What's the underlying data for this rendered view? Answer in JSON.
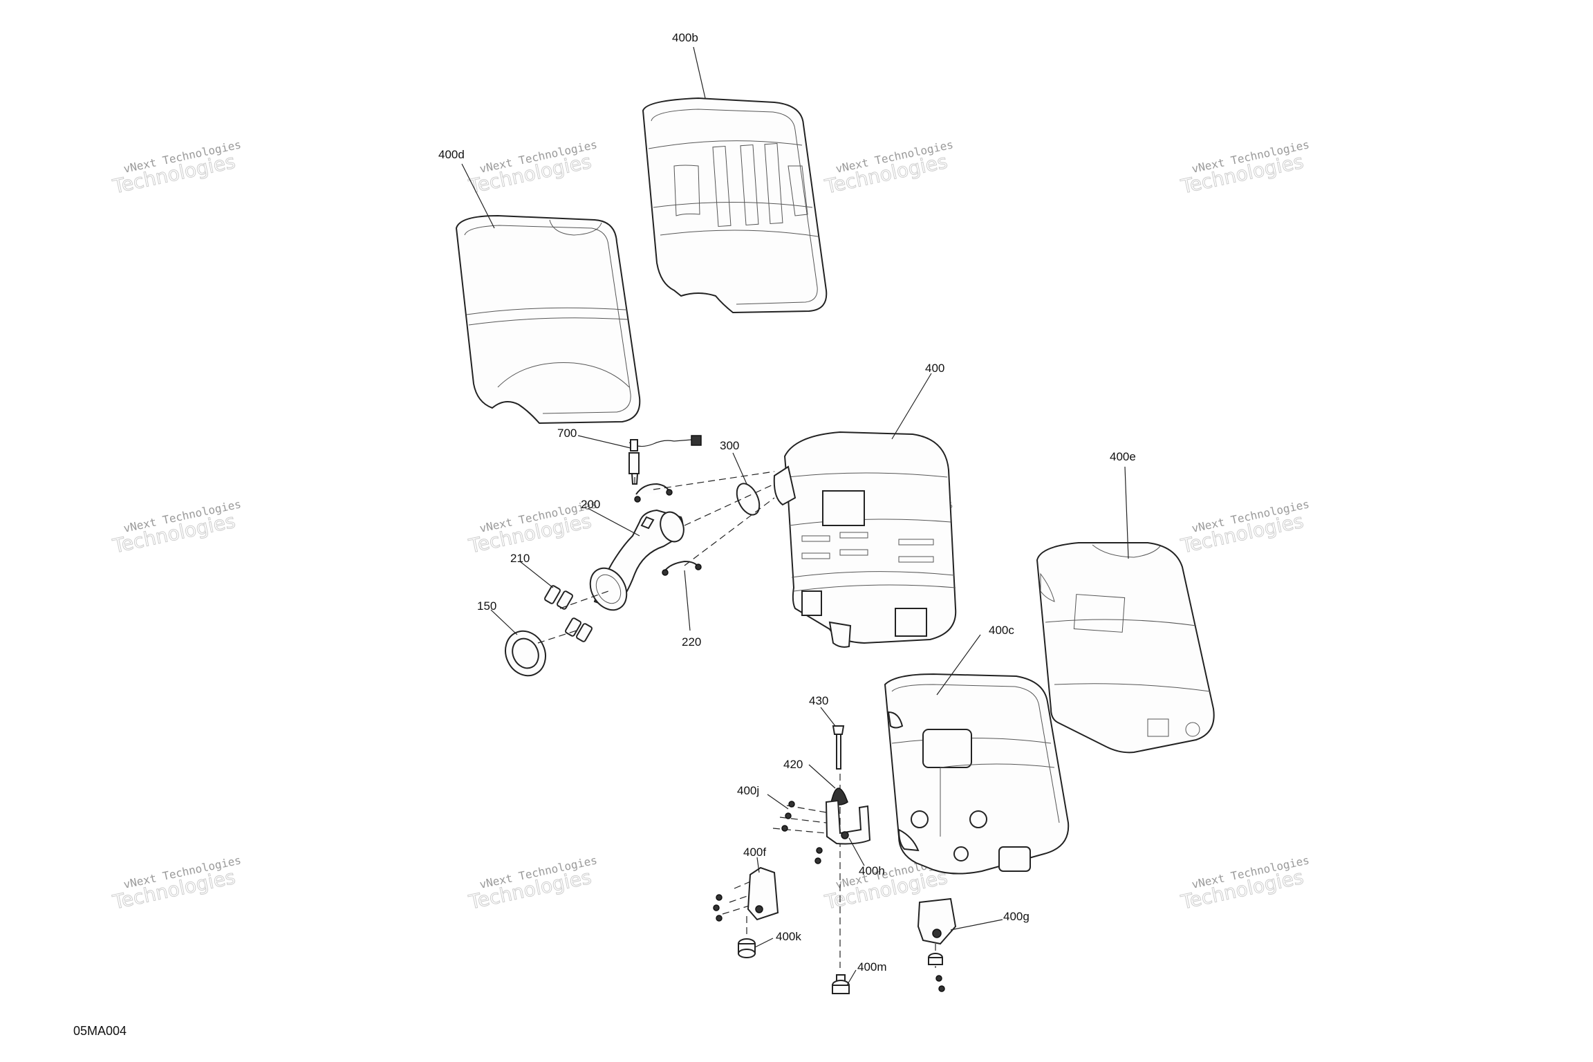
{
  "figure_code": "05MA004",
  "watermark": {
    "line1": "vNext Technologies",
    "line2": "Technologies"
  },
  "callouts": [
    {
      "id": "400b",
      "text": "400b"
    },
    {
      "id": "400d",
      "text": "400d"
    },
    {
      "id": "400",
      "text": "400"
    },
    {
      "id": "700",
      "text": "700"
    },
    {
      "id": "300",
      "text": "300"
    },
    {
      "id": "400e",
      "text": "400e"
    },
    {
      "id": "200",
      "text": "200"
    },
    {
      "id": "210",
      "text": "210"
    },
    {
      "id": "150",
      "text": "150"
    },
    {
      "id": "220",
      "text": "220"
    },
    {
      "id": "400c",
      "text": "400c"
    },
    {
      "id": "430",
      "text": "430"
    },
    {
      "id": "420",
      "text": "420"
    },
    {
      "id": "400j",
      "text": "400j"
    },
    {
      "id": "400f",
      "text": "400f"
    },
    {
      "id": "400h",
      "text": "400h"
    },
    {
      "id": "400g",
      "text": "400g"
    },
    {
      "id": "400k",
      "text": "400k"
    },
    {
      "id": "400m",
      "text": "400m"
    }
  ]
}
